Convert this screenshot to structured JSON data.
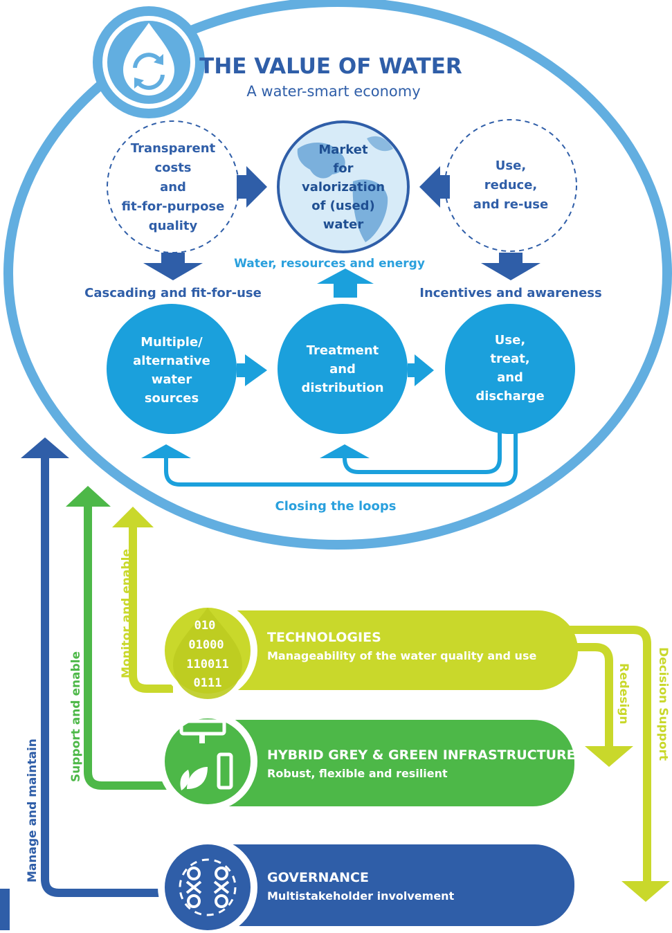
{
  "title": "THE VALUE OF WATER",
  "subtitle": "A water-smart economy",
  "dashed_left": [
    "Transparent",
    "costs",
    "and",
    "fit-for-purpose",
    "quality"
  ],
  "globe": [
    "Market",
    "for",
    "valorization",
    "of (used)",
    "water"
  ],
  "dashed_right": [
    "Use,",
    "reduce,",
    "and re-use"
  ],
  "middle_label": "Water, resources and energy",
  "label_left": "Cascading and fit-for-use",
  "label_right": "Incentives and awareness",
  "circle_1": [
    "Multiple/",
    "alternative",
    "water",
    "sources"
  ],
  "circle_2": [
    "Treatment",
    "and",
    "distribution"
  ],
  "circle_3": [
    "Use,",
    "treat,",
    "and",
    "discharge"
  ],
  "closing_loops": "Closing the loops",
  "technologies": {
    "title": "TECHNOLOGIES",
    "subtitle": "Manageability of the water quality and use",
    "binary": [
      "010",
      "01000",
      "110011",
      "0111"
    ]
  },
  "infrastructures": {
    "title": "HYBRID GREY & GREEN INFRASTRUCTURES",
    "subtitle": "Robust, flexible and resilient"
  },
  "governance": {
    "title": "GOVERNANCE",
    "subtitle": "Multistakeholder involvement"
  },
  "arrows": {
    "manage": "Manage and maintain",
    "support": "Support and enable",
    "monitor": "Monitor and enable",
    "redesign": "Redesign",
    "decision": "Decision Support"
  },
  "icons": {
    "top_badge": "water-drop-refresh-icon",
    "technologies": "binary-drop-icon",
    "infrastructures": "pipe-leaf-icon",
    "governance": "stakeholders-icon"
  },
  "colors": {
    "light_blue": "#62aee0",
    "circle_blue": "#1ba0dc",
    "navy": "#2f5ea8",
    "dark_navy": "#1f4f92",
    "green": "#4db848",
    "lime": "#c9d82b"
  }
}
